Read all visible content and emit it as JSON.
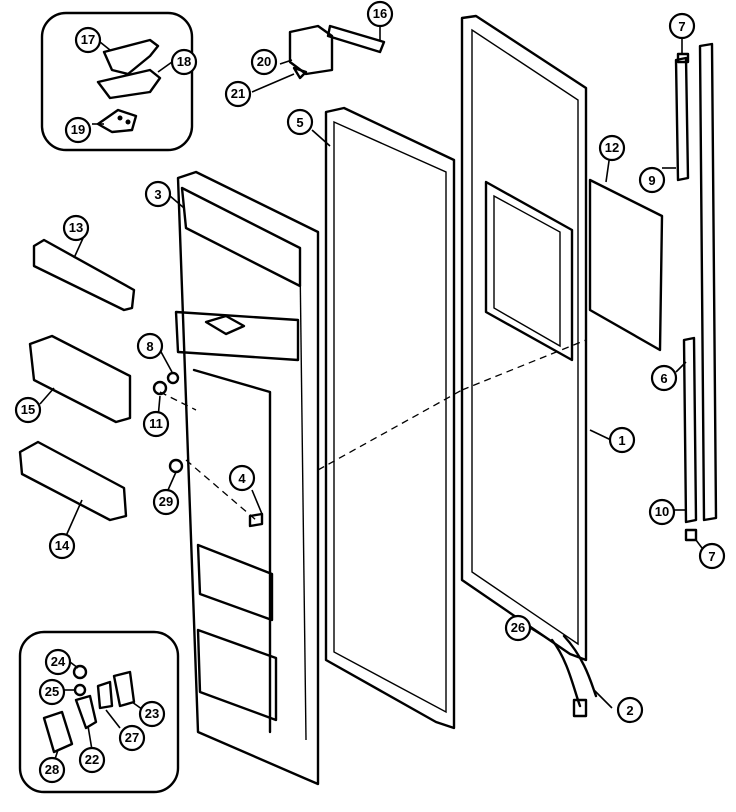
{
  "callouts": [
    {
      "id": "c1",
      "label": "1"
    },
    {
      "id": "c2",
      "label": "2"
    },
    {
      "id": "c3",
      "label": "3"
    },
    {
      "id": "c4",
      "label": "4"
    },
    {
      "id": "c5",
      "label": "5"
    },
    {
      "id": "c6",
      "label": "6"
    },
    {
      "id": "c7a",
      "label": "7"
    },
    {
      "id": "c7b",
      "label": "7"
    },
    {
      "id": "c8",
      "label": "8"
    },
    {
      "id": "c9",
      "label": "9"
    },
    {
      "id": "c10",
      "label": "10"
    },
    {
      "id": "c11",
      "label": "11"
    },
    {
      "id": "c12",
      "label": "12"
    },
    {
      "id": "c13",
      "label": "13"
    },
    {
      "id": "c14",
      "label": "14"
    },
    {
      "id": "c15",
      "label": "15"
    },
    {
      "id": "c16",
      "label": "16"
    },
    {
      "id": "c17",
      "label": "17"
    },
    {
      "id": "c18",
      "label": "18"
    },
    {
      "id": "c19",
      "label": "19"
    },
    {
      "id": "c20",
      "label": "20"
    },
    {
      "id": "c21",
      "label": "21"
    },
    {
      "id": "c22",
      "label": "22"
    },
    {
      "id": "c23",
      "label": "23"
    },
    {
      "id": "c24",
      "label": "24"
    },
    {
      "id": "c25",
      "label": "25"
    },
    {
      "id": "c26",
      "label": "26"
    },
    {
      "id": "c27",
      "label": "27"
    },
    {
      "id": "c28",
      "label": "28"
    },
    {
      "id": "c29",
      "label": "29"
    }
  ]
}
